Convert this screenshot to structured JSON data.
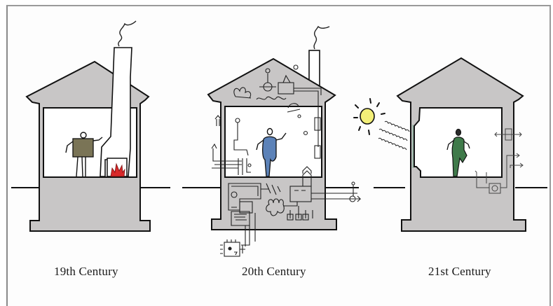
{
  "figure": {
    "panels": [
      {
        "id": "19th",
        "caption": "19th Century",
        "elements": [
          "house-section",
          "chimney",
          "smoke",
          "fireplace",
          "fire",
          "person-brown"
        ]
      },
      {
        "id": "20th",
        "caption": "20th Century",
        "elements": [
          "house-section",
          "chimney",
          "smoke",
          "attic-mechanical-systems",
          "basement-mechanical-systems",
          "ducts-pipes",
          "person-blue",
          "external-unit"
        ]
      },
      {
        "id": "21st",
        "caption": "21st Century",
        "elements": [
          "house-section",
          "sun",
          "solar-radiation-rays",
          "person-green",
          "ventilation-arrows",
          "small-heat-exchanger"
        ]
      }
    ]
  },
  "colors": {
    "wall_fill": "#c8c6c6",
    "outline": "#111111",
    "person_19th": "#7a7456",
    "person_20th": "#5c82b8",
    "person_21st": "#3f7a4a",
    "fire": "#d8292a",
    "sun": "#f3ef78",
    "frame": "#9a9a9a"
  }
}
